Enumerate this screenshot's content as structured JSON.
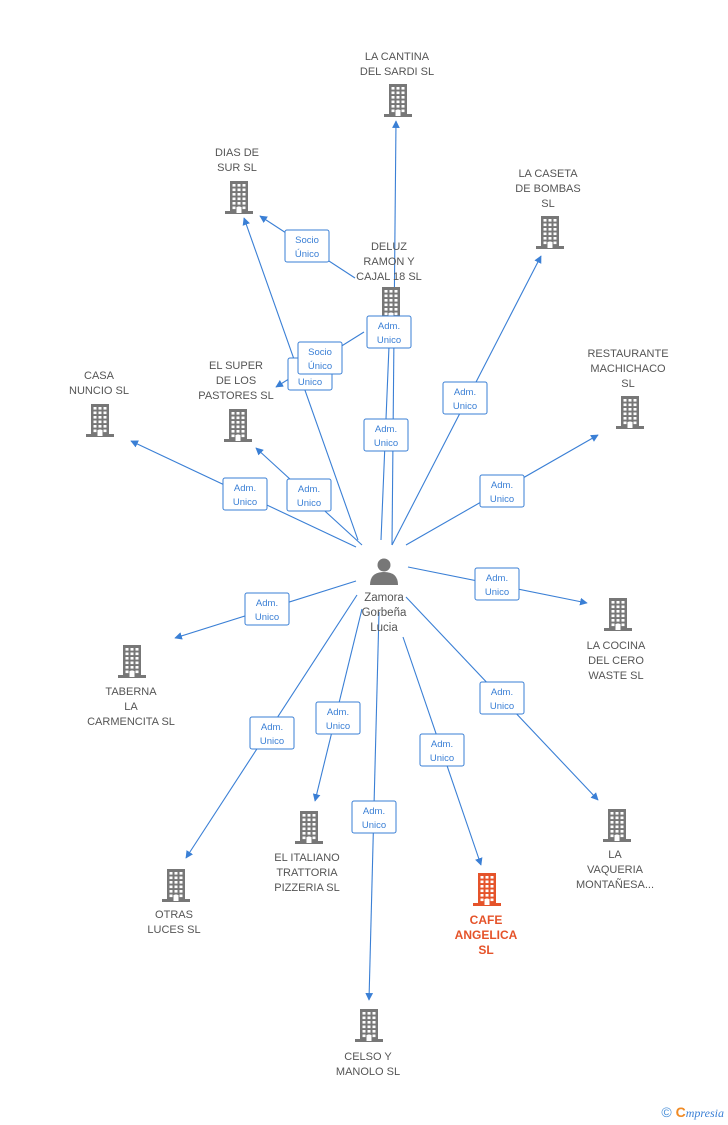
{
  "center": {
    "id": "zamora",
    "lines": [
      "Zamora",
      "Gorbeña",
      "Lucia"
    ]
  },
  "companies": [
    {
      "id": "cantina",
      "lines": [
        "LA CANTINA",
        "DEL SARDI  SL"
      ],
      "highlight": false
    },
    {
      "id": "dias",
      "lines": [
        "DIAS DE",
        "SUR  SL"
      ],
      "highlight": false
    },
    {
      "id": "caseta",
      "lines": [
        "LA CASETA",
        "DE BOMBAS",
        "SL"
      ],
      "highlight": false
    },
    {
      "id": "deluz",
      "lines": [
        "DELUZ",
        "RAMON Y",
        "CAJAL 18  SL"
      ],
      "highlight": false
    },
    {
      "id": "restaurante",
      "lines": [
        "RESTAURANTE",
        "MACHICHACO",
        "SL"
      ],
      "highlight": false
    },
    {
      "id": "casa",
      "lines": [
        "CASA",
        "NUNCIO  SL"
      ],
      "highlight": false
    },
    {
      "id": "super",
      "lines": [
        "EL SUPER",
        "DE LOS",
        "PASTORES  SL"
      ],
      "highlight": false
    },
    {
      "id": "cocina",
      "lines": [
        "LA COCINA",
        "DEL CERO",
        "WASTE  SL"
      ],
      "highlight": false
    },
    {
      "id": "taberna",
      "lines": [
        "TABERNA",
        "LA",
        "CARMENCITA SL"
      ],
      "highlight": false
    },
    {
      "id": "vaqueria",
      "lines": [
        "LA",
        "VAQUERIA",
        "MONTAÑESA..."
      ],
      "highlight": false
    },
    {
      "id": "italiano",
      "lines": [
        "EL ITALIANO",
        "TRATTORIA",
        "PIZZERIA  SL"
      ],
      "highlight": false
    },
    {
      "id": "otras",
      "lines": [
        "OTRAS",
        "LUCES SL"
      ],
      "highlight": false
    },
    {
      "id": "cafe",
      "lines": [
        "CAFE",
        "ANGELICA",
        "SL"
      ],
      "highlight": true
    },
    {
      "id": "celso",
      "lines": [
        "CELSO Y",
        "MANOLO  SL"
      ],
      "highlight": false
    }
  ],
  "edges": [
    {
      "from": "zamora",
      "to": "cantina",
      "label": [
        "Adm.",
        "Unico"
      ]
    },
    {
      "from": "zamora",
      "to": "dias",
      "label": [
        "Adm.",
        "Unico"
      ]
    },
    {
      "from": "deluz",
      "to": "dias",
      "label": [
        "Socio",
        "Único"
      ]
    },
    {
      "from": "zamora",
      "to": "deluz",
      "label": [
        "Adm.",
        "Unico"
      ]
    },
    {
      "from": "deluz",
      "to": "super",
      "label": [
        "Socio",
        "Único"
      ]
    },
    {
      "from": "zamora",
      "to": "caseta",
      "label": [
        "Adm.",
        "Unico"
      ]
    },
    {
      "from": "zamora",
      "to": "restaurante",
      "label": [
        "Adm.",
        "Unico"
      ]
    },
    {
      "from": "zamora",
      "to": "casa",
      "label": [
        "Adm.",
        "Unico"
      ]
    },
    {
      "from": "zamora",
      "to": "super",
      "label": [
        "Adm.",
        "Unico"
      ]
    },
    {
      "from": "zamora",
      "to": "cocina",
      "label": [
        "Adm.",
        "Unico"
      ]
    },
    {
      "from": "zamora",
      "to": "taberna",
      "label": [
        "Adm.",
        "Unico"
      ]
    },
    {
      "from": "zamora",
      "to": "vaqueria",
      "label": [
        "Adm.",
        "Unico"
      ]
    },
    {
      "from": "zamora",
      "to": "italiano",
      "label": [
        "Adm.",
        "Unico"
      ]
    },
    {
      "from": "zamora",
      "to": "otras",
      "label": [
        "Adm.",
        "Unico"
      ]
    },
    {
      "from": "zamora",
      "to": "cafe",
      "label": [
        "Adm.",
        "Unico"
      ]
    },
    {
      "from": "zamora",
      "to": "celso",
      "label": [
        "Adm.",
        "Unico"
      ]
    }
  ],
  "colors": {
    "edge": "#3a7fd5",
    "building": "#777777",
    "highlight": "#e5532a"
  },
  "icons": {
    "company": "building-icon",
    "person": "person-icon",
    "copyright": "copyright-icon"
  },
  "footer": {
    "copyright": "©",
    "brand_initial": "C",
    "brand_rest": "mpresia"
  }
}
